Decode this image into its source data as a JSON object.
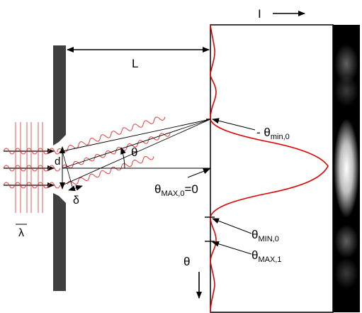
{
  "labels": {
    "intensity_axis": "I",
    "distance": "L",
    "slit_width": "d",
    "angle": "θ",
    "path_difference": "δ",
    "wavelength": "λ",
    "theta_axis": "θ"
  },
  "annotations": {
    "neg_theta_min_0": {
      "prefix": "- θ",
      "subscript": "min,0"
    },
    "theta_max_0": {
      "symbol": "θ",
      "subscript": "MAX,0",
      "suffix": "=0"
    },
    "theta_min_0": {
      "symbol": "θ",
      "subscript": "MIN,0"
    },
    "theta_max_1": {
      "symbol": "θ",
      "subscript": "MAX,1"
    }
  },
  "colors": {
    "slit_plate": "#404040",
    "waves": "#e53935",
    "intensity_curve": "#e00000",
    "pattern_strip": "#000000",
    "lines": "#000000"
  },
  "icons": [
    "arrow-right-icon",
    "arrow-down-icon"
  ]
}
